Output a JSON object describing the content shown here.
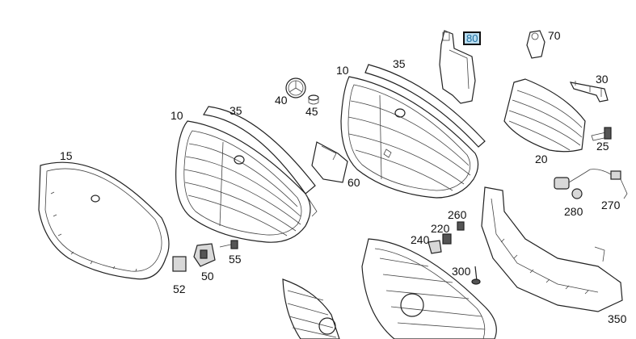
{
  "callouts": [
    {
      "id": "15",
      "text": "15"
    },
    {
      "id": "10a",
      "text": "10"
    },
    {
      "id": "35a",
      "text": "35"
    },
    {
      "id": "10b",
      "text": "10"
    },
    {
      "id": "35b",
      "text": "35"
    },
    {
      "id": "40",
      "text": "40"
    },
    {
      "id": "45",
      "text": "45"
    },
    {
      "id": "60",
      "text": "60"
    },
    {
      "id": "80",
      "text": "80",
      "highlighted": true
    },
    {
      "id": "70",
      "text": "70"
    },
    {
      "id": "30",
      "text": "30"
    },
    {
      "id": "20",
      "text": "20"
    },
    {
      "id": "25",
      "text": "25"
    },
    {
      "id": "280",
      "text": "280"
    },
    {
      "id": "270",
      "text": "270"
    },
    {
      "id": "260",
      "text": "260"
    },
    {
      "id": "220",
      "text": "220"
    },
    {
      "id": "240",
      "text": "240"
    },
    {
      "id": "300",
      "text": "300"
    },
    {
      "id": "350",
      "text": "350"
    },
    {
      "id": "52",
      "text": "52"
    },
    {
      "id": "50",
      "text": "50"
    },
    {
      "id": "55",
      "text": "55"
    }
  ],
  "colors": {
    "highlight_fill": "#b9dcef",
    "highlight_text": "#1f6fa0",
    "line": "#222222"
  }
}
